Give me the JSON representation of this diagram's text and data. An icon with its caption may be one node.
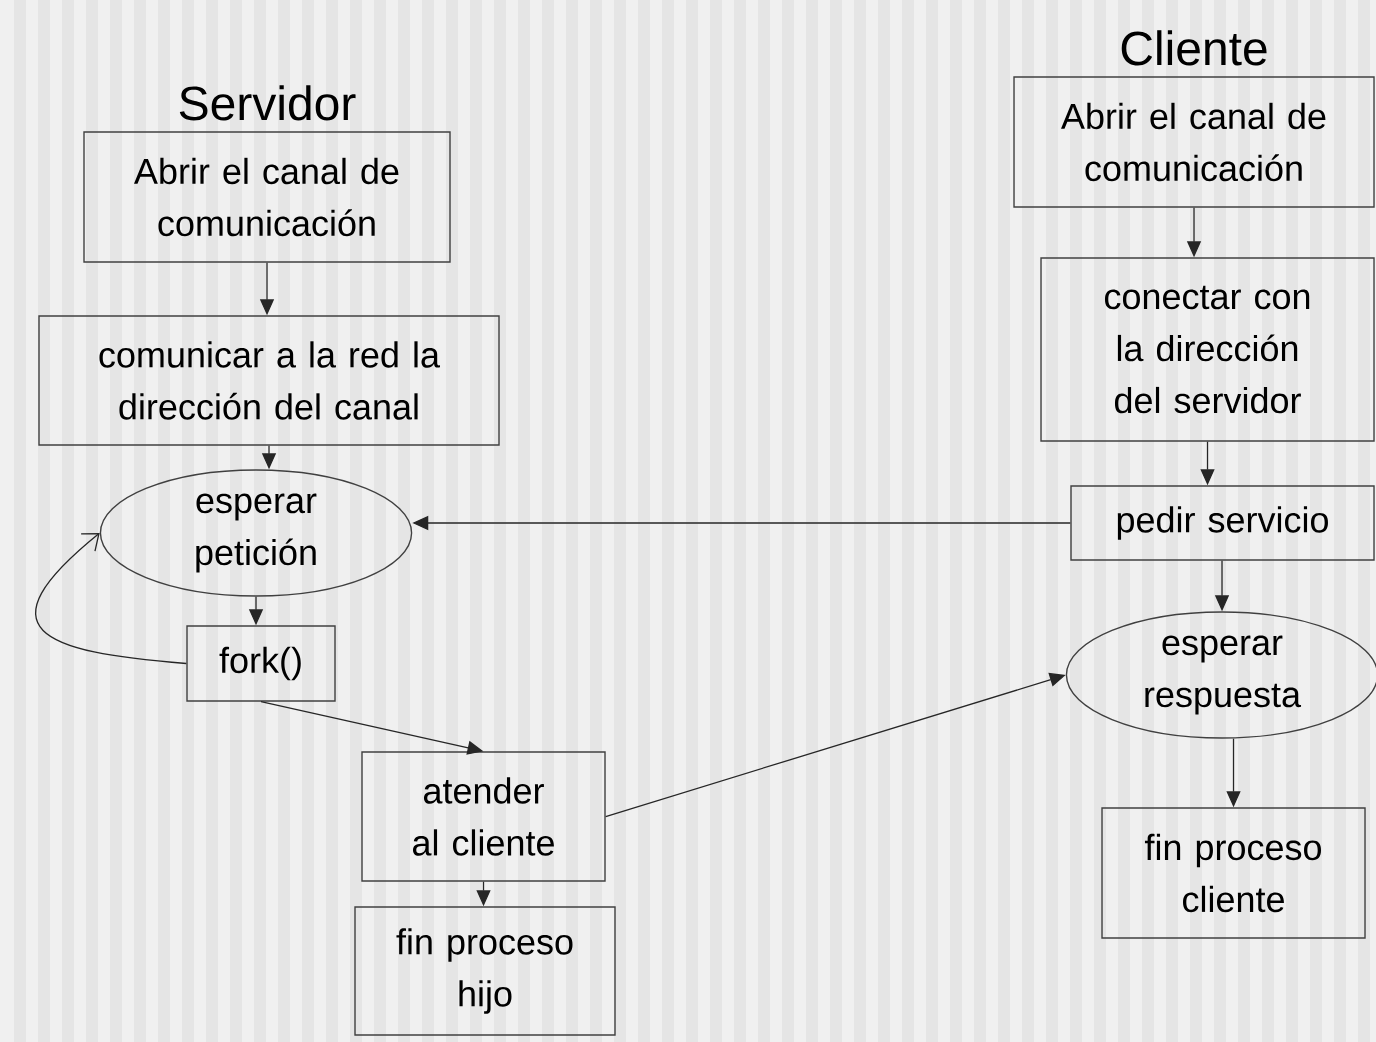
{
  "diagram": {
    "nodes": [
      {
        "text": [
          "Abrir el canal de comunicación"
        ],
        "beside": [
          "Servidor"
        ]
      },
      {
        "text": [
          "comunicar a la red la dirección del canal"
        ]
      },
      {
        "text": [
          "esperar petición"
        ]
      },
      {
        "text": [
          "fork()"
        ]
      },
      {
        "text": [
          "atender al cliente"
        ]
      },
      {
        "text": [
          "fin proceso hijo"
        ]
      },
      {
        "text": [
          "Abrir el canal de comunicación"
        ],
        "beside": [
          "Cliente"
        ]
      },
      {
        "text": [
          "conectar con la dirección del servidor"
        ]
      },
      {
        "text": [
          "pedir servicio"
        ]
      },
      {
        "text": [
          "esperar respuesta"
        ]
      },
      {
        "text": [
          "fin proceso cliente"
        ]
      }
    ],
    "edges": [
      {
        "from": 0,
        "to": 1,
        "arrow": "to"
      },
      {
        "from": 1,
        "to": 2,
        "arrow": "to"
      },
      {
        "from": 2,
        "to": 3,
        "arrow": "to"
      },
      {
        "from": 3,
        "to": 2,
        "arrow": "to"
      },
      {
        "from": 3,
        "to": 4,
        "arrow": "to"
      },
      {
        "from": 4,
        "to": 5,
        "arrow": "to"
      },
      {
        "from": 8,
        "to": 2,
        "arrow": "to"
      },
      {
        "from": 4,
        "to": 9,
        "arrow": "to"
      },
      {
        "from": 6,
        "to": 7,
        "arrow": "to"
      },
      {
        "from": 7,
        "to": 8,
        "arrow": "to"
      },
      {
        "from": 8,
        "to": 9,
        "arrow": "to"
      },
      {
        "from": 9,
        "to": 10,
        "arrow": "to"
      }
    ]
  }
}
